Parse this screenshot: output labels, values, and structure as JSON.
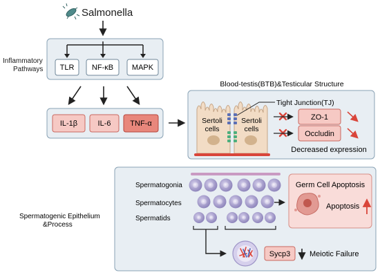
{
  "pathogen": {
    "name": "Salmonella"
  },
  "inflammatory": {
    "label_line1": "Inflammatory",
    "label_line2": "Pathways",
    "pathways": [
      "TLR",
      "NF-κB",
      "MAPK"
    ]
  },
  "cytokines": [
    "IL-1β",
    "IL-6",
    "TNF-α"
  ],
  "btb": {
    "title": "Blood-testis(BTB)&Testicular Structure",
    "cell_label_line1": "Sertoli",
    "cell_label_line2": "cells",
    "tight_junction": "Tight Junction(TJ)",
    "proteins": [
      "ZO-1",
      "Occludin"
    ],
    "expression_note": "Decreased expression"
  },
  "spermatogenic": {
    "label_line1": "Spermatogenic Epithelium",
    "label_line2": "&Process",
    "stages": [
      "Spermatogonia",
      "Spermatocytes",
      "Spermatids"
    ],
    "apoptosis_title": "Germ Cell Apoptosis",
    "apoptosis_label": "Apoptosis",
    "marker": "Sycp3",
    "marker_outcome": "Meiotic Failure"
  },
  "colors": {
    "panel_fill": "#e8eef3",
    "panel_stroke": "#8aa3b5",
    "cytokine_fill": "#f6c9c4",
    "cytokine_dark": "#e8877c",
    "red": "#d9453a",
    "sertoli": "#f2dcc5",
    "cell_purple": "#a49bc8",
    "bacteria": "#4f8a8a"
  }
}
